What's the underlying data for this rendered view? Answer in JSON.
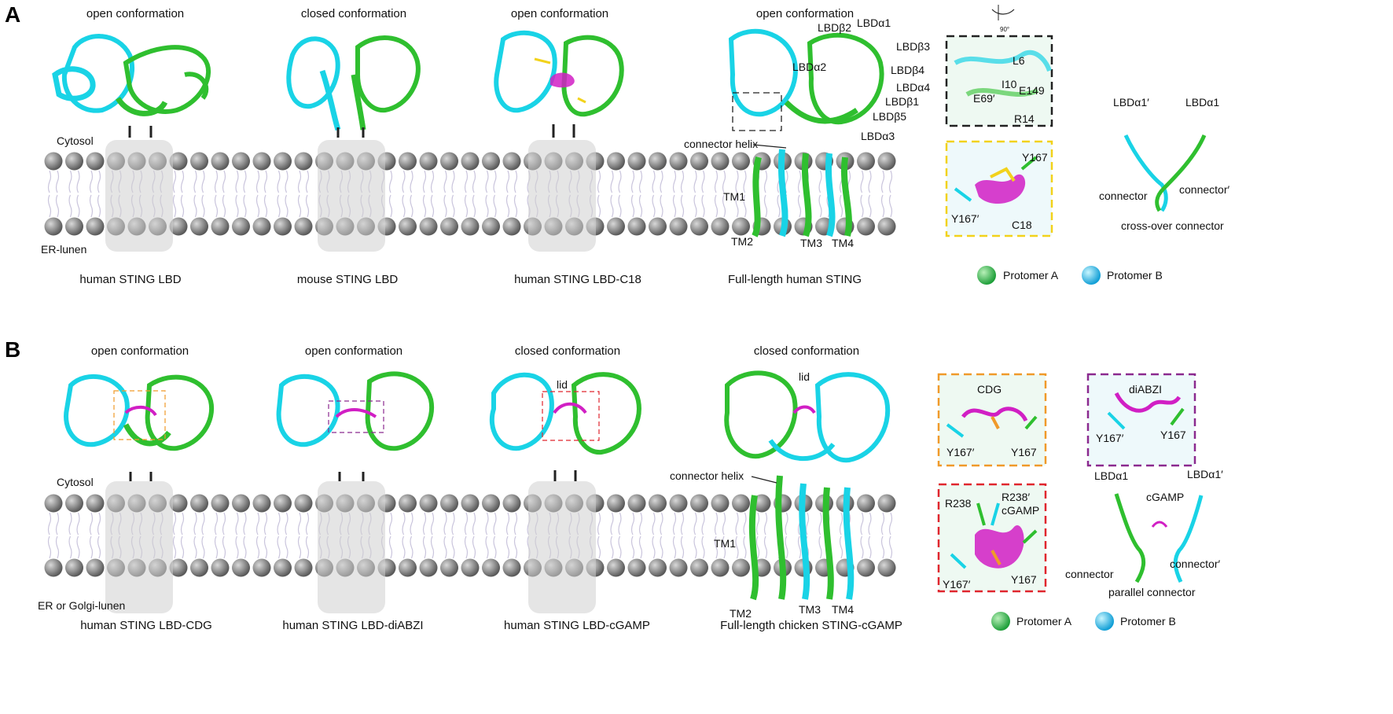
{
  "panel_a": {
    "letter": "A",
    "conformations": [
      "open conformation",
      "closed conformation",
      "open conformation",
      "open conformation"
    ],
    "structures": [
      "human STING LBD",
      "mouse STING LBD",
      "human STING LBD-C18",
      "Full-length human STING"
    ],
    "cytosol": "Cytosol",
    "lumen": "ER-lunen",
    "fl_labels": {
      "connector_helix": "connector helix",
      "tm1": "TM1",
      "tm2": "TM2",
      "tm3": "TM3",
      "tm4": "TM4",
      "a1": "LBDα1",
      "b2": "LBDβ2",
      "b3": "LBDβ3",
      "a2": "LBDα2",
      "b4": "LBDβ4",
      "a4": "LBDα4",
      "b1": "LBDβ1",
      "b5": "LBDβ5",
      "a3": "LBDα3"
    },
    "inset_black": {
      "rot": "90°",
      "l6": "L6",
      "i10": "I10",
      "e149": "E149",
      "e69": "E69′",
      "r14": "R14"
    },
    "inset_yellow": {
      "y167": "Y167",
      "y167p": "Y167′",
      "c18": "C18"
    },
    "crossover": {
      "a1p": "LBDα1′",
      "a1": "LBDα1",
      "conn": "connector",
      "connp": "connector′",
      "caption": "cross-over connector"
    },
    "legend": {
      "a": "Protomer A",
      "b": "Protomer B"
    }
  },
  "panel_b": {
    "letter": "B",
    "conformations": [
      "open conformation",
      "open conformation",
      "closed conformation",
      "closed conformation"
    ],
    "structures": [
      "human STING LBD-CDG",
      "human STING LBD-diABZI",
      "human STING LBD-cGAMP",
      "Full-length chicken STING-cGAMP"
    ],
    "cytosol": "Cytosol",
    "lumen": "ER or Golgi-lunen",
    "lid": "lid",
    "fl_labels": {
      "connector_helix": "connector helix",
      "tm1": "TM1",
      "tm2": "TM2",
      "tm3": "TM3",
      "tm4": "TM4"
    },
    "inset_orange": {
      "cdg": "CDG",
      "y167p": "Y167′",
      "y167": "Y167"
    },
    "inset_purple": {
      "diabzi": "diABZI",
      "y167p": "Y167′",
      "y167": "Y167"
    },
    "inset_red": {
      "r238": "R238",
      "r238p": "R238′",
      "cgamp": "cGAMP",
      "y167p": "Y167′",
      "y167": "Y167"
    },
    "parallel": {
      "a1": "LBDα1",
      "a1p": "LBDα1′",
      "cgamp": "cGAMP",
      "conn": "connector",
      "connp": "connector′",
      "caption": "parallel connector"
    },
    "legend": {
      "a": "Protomer A",
      "b": "Protomer B"
    }
  },
  "colors": {
    "protomer_a": "#2fbf2f",
    "protomer_b": "#19d3e6",
    "ligand": "#d11fc4",
    "membrane_head": "#8e8e8e",
    "highlight_box": "#d9d9d9",
    "inset_black": "#222222",
    "inset_yellow": "#f2d21b",
    "inset_orange": "#f09a2a",
    "inset_purple": "#8b2a8f",
    "inset_red": "#e0262e"
  }
}
